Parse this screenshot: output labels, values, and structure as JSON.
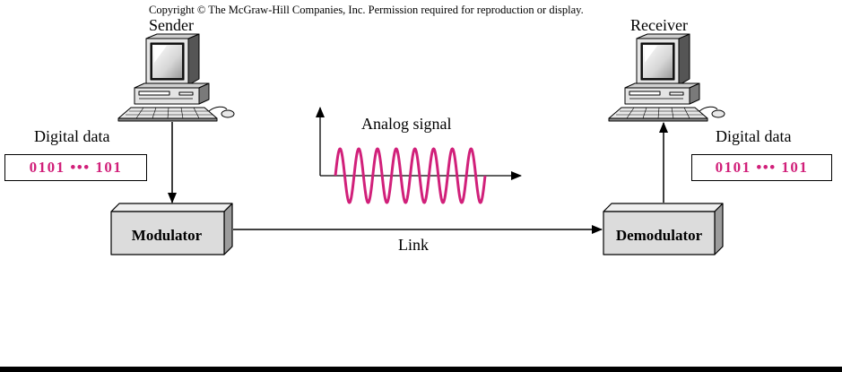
{
  "copyright": "Copyright © The McGraw-Hill Companies, Inc. Permission required for reproduction or display.",
  "sender": {
    "label": "Sender",
    "data_caption": "Digital data",
    "data_value": "0101 ••• 101"
  },
  "receiver": {
    "label": "Receiver",
    "data_caption": "Digital data",
    "data_value": "0101 ••• 101"
  },
  "modulator": {
    "label": "Modulator"
  },
  "demodulator": {
    "label": "Demodulator"
  },
  "link": {
    "label": "Link"
  },
  "signal": {
    "label": "Analog signal"
  },
  "colors": {
    "background": "#ffffff",
    "signal_wave": "#d1207a",
    "data_text": "#d1207a",
    "block_fill": "#dcdcdc",
    "lines": "#000000"
  }
}
